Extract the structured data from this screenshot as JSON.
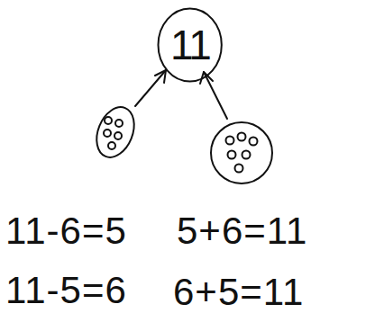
{
  "diagram": {
    "nodes": [
      {
        "text": [
          "11"
        ]
      }
    ],
    "labels": [
      "11-6=5",
      "5+6=11",
      "11-5=6",
      "6+5=11"
    ]
  }
}
